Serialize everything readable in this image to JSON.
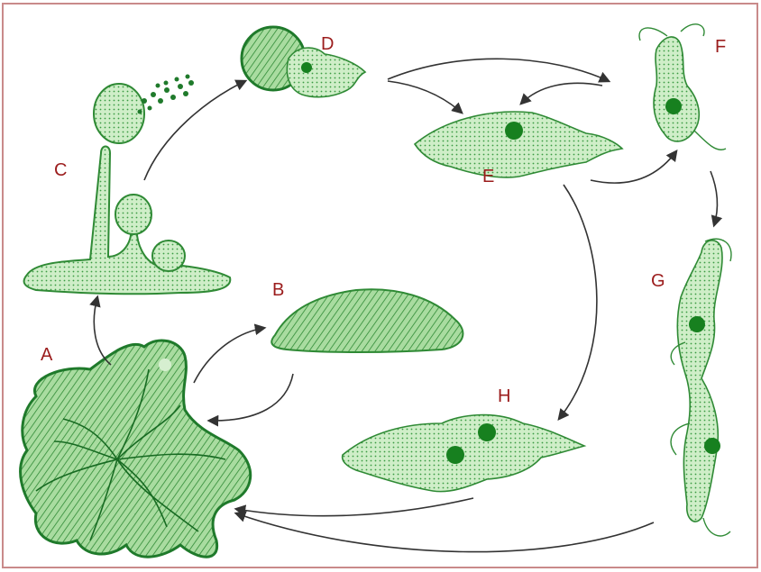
{
  "diagram": {
    "colors": {
      "frame": "#c98a8a",
      "fill": "#a9dca0",
      "fill_light": "#d6efd0",
      "outline": "#2f8a35",
      "dark": "#1f7a2b",
      "nucleus": "#17801f",
      "arrow": "#333333",
      "label": "#9b1c1c"
    },
    "labels": {
      "a": "A",
      "b": "B",
      "c": "C",
      "d": "D",
      "e": "E",
      "f": "F",
      "g": "G",
      "h": "H"
    }
  }
}
